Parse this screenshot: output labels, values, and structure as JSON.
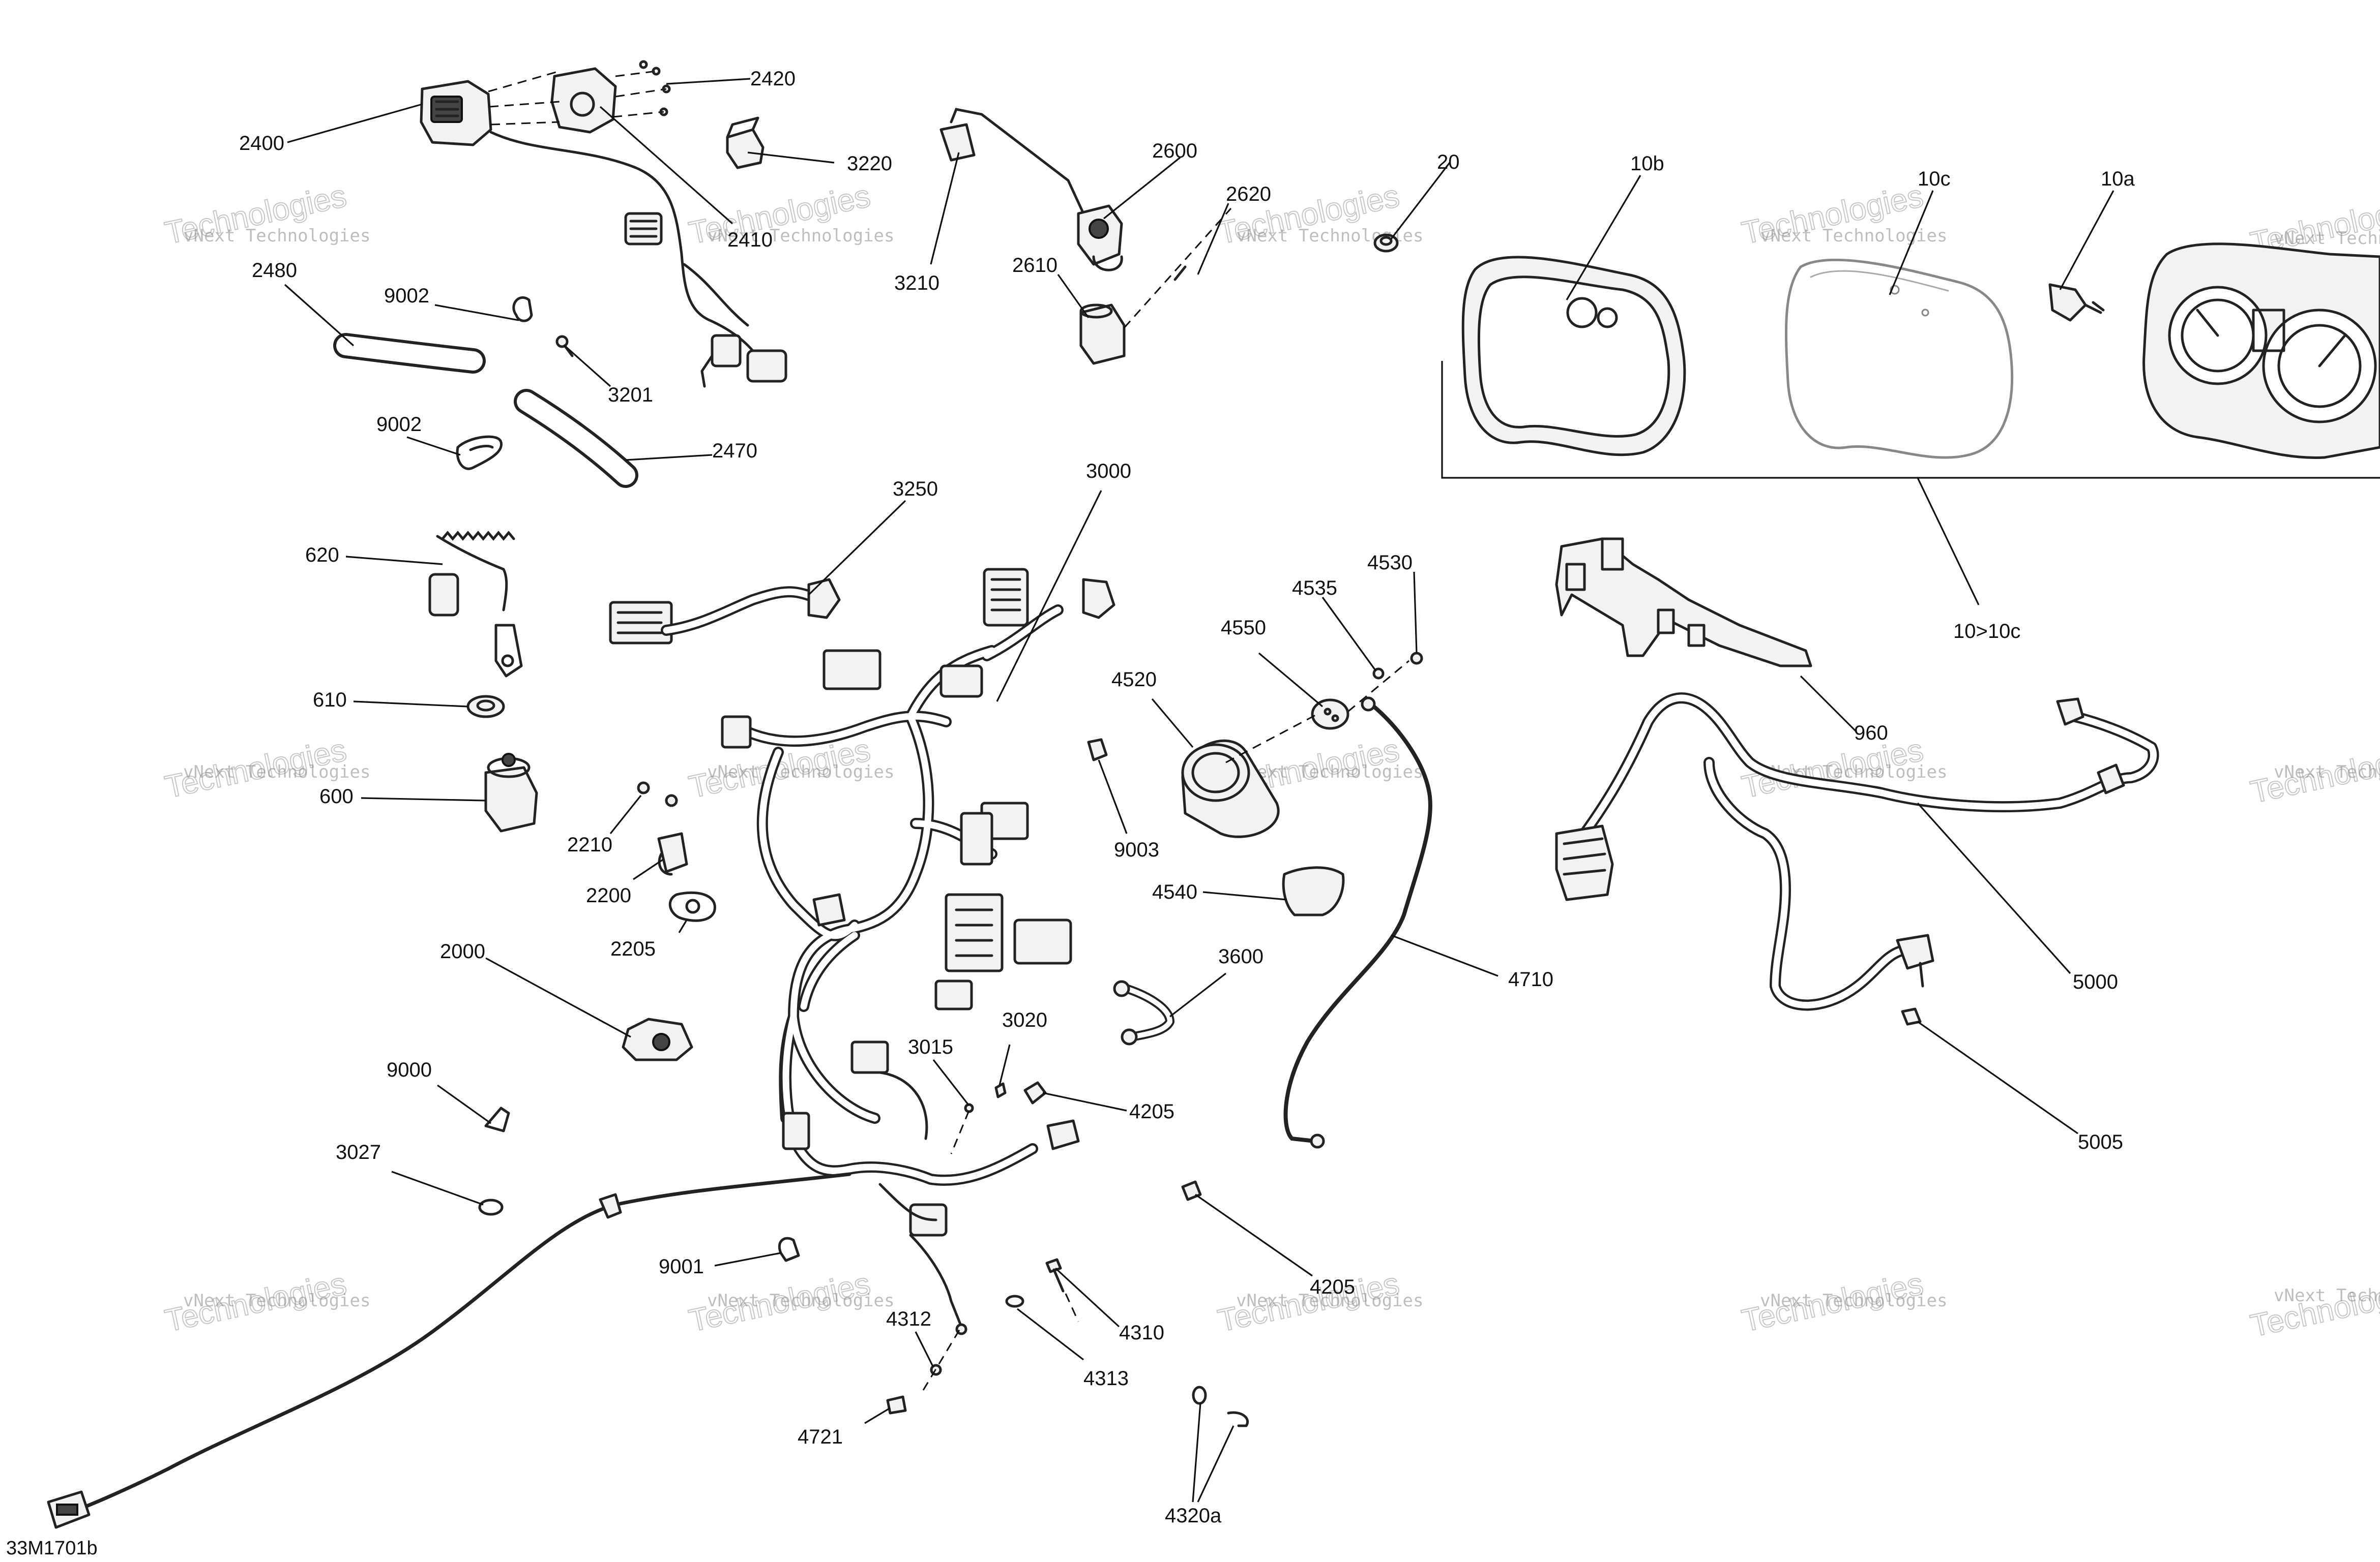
{
  "diagram_ref": "33M1701b",
  "watermark": {
    "line1": "vNext Technologies",
    "line2": "Technologies",
    "line3": "vNext"
  },
  "callouts": {
    "c2400": "2400",
    "c2420": "2420",
    "c2410": "2410",
    "c3220": "3220",
    "c3210": "3210",
    "c2600": "2600",
    "c2620": "2620",
    "c2610": "2610",
    "c20": "20",
    "c10b": "10b",
    "c10c": "10c",
    "c10a": "10a",
    "c10range": "10>10c",
    "c2480": "2480",
    "c9002a": "9002",
    "c3201": "3201",
    "c9002b": "9002",
    "c2470": "2470",
    "c3250": "3250",
    "c3000": "3000",
    "c620": "620",
    "c610": "610",
    "c600": "600",
    "c2210": "2210",
    "c2200": "2200",
    "c2205": "2205",
    "c2000": "2000",
    "c4530": "4530",
    "c4535": "4535",
    "c4550": "4550",
    "c4520": "4520",
    "c9003": "9003",
    "c4540": "4540",
    "c3600": "3600",
    "c4710": "4710",
    "c960": "960",
    "c5000": "5000",
    "c5005": "5005",
    "c9000": "9000",
    "c3027": "3027",
    "c3015": "3015",
    "c3020": "3020",
    "c4205a": "4205",
    "c4205b": "4205",
    "c9001": "9001",
    "c4312": "4312",
    "c4310": "4310",
    "c4313": "4313",
    "c4721": "4721",
    "c4320a": "4320a"
  }
}
